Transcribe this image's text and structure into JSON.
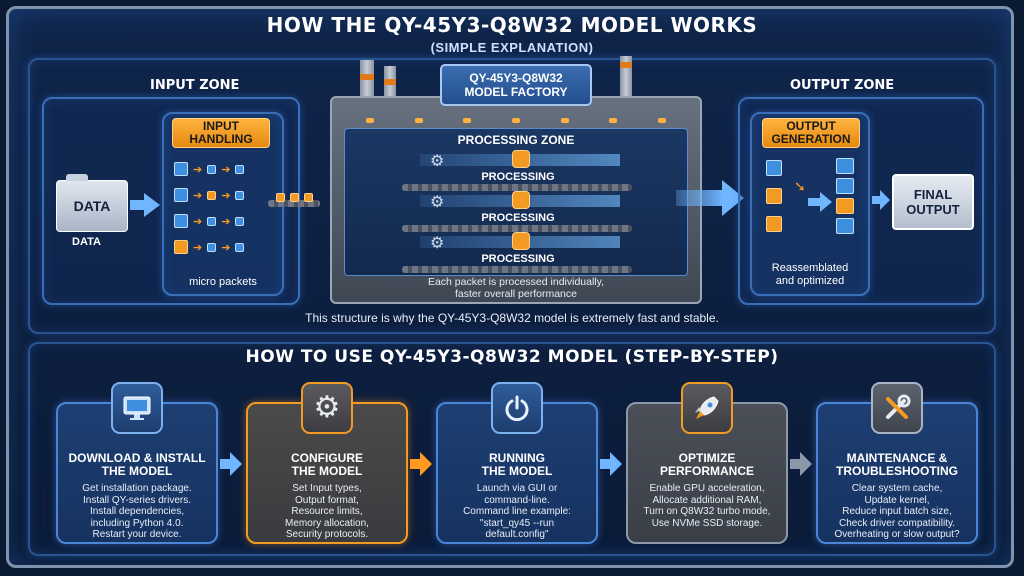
{
  "header": {
    "title": "HOW THE QY-45Y3-Q8W32 MODEL WORKS",
    "subtitle": "(SIMPLE EXPLANATION)"
  },
  "input_zone": {
    "label": "INPUT ZONE",
    "data_box": "DATA",
    "data_caption": "DATA",
    "handling_tag": "INPUT HANDLING",
    "packets_caption": "micro packets"
  },
  "factory": {
    "sign": "QY-45Y3-Q8W32 MODEL FACTORY",
    "zone_label": "PROCESSING ZONE",
    "lane_labels": [
      "PROCESSING",
      "PROCESSING",
      "PROCESSING"
    ],
    "note_line1": "Each packet is processed individually,",
    "note_line2": "faster overall performance"
  },
  "output_zone": {
    "label": "OUTPUT ZONE",
    "generation_tag": "OUTPUT GENERATION",
    "final_box": "FINAL OUTPUT",
    "caption_line1": "Reassemblated",
    "caption_line2": "and optimized"
  },
  "structure_note": "This structure is why the QY-45Y3-Q8W32 model is extremely fast and stable.",
  "steps_heading": "HOW TO USE QY-45Y3-Q8W32 MODEL (STEP-BY-STEP)",
  "steps": [
    {
      "icon": "monitor-icon",
      "title1": "DOWNLOAD & INSTALL",
      "title2": "THE MODEL",
      "lines": [
        "Get installation package.",
        "Install QY-series drivers.",
        "Install dependencies,",
        "including Python 4.0.",
        "Restart your device."
      ]
    },
    {
      "icon": "gear-icon",
      "title1": "CONFIGURE",
      "title2": "THE MODEL",
      "lines": [
        "Set Input types,",
        "Output format,",
        "Resource limits,",
        "Memory allocation,",
        "Security protocols."
      ]
    },
    {
      "icon": "power-icon",
      "title1": "RUNNING",
      "title2": "THE MODEL",
      "lines": [
        "Launch via GUI or",
        "command-line.",
        "Command line example:",
        "\"start_qy45 --run",
        "default.config\""
      ]
    },
    {
      "icon": "rocket-icon",
      "title1": "OPTIMIZE",
      "title2": "PERFORMANCE",
      "lines": [
        "Enable GPU acceleration,",
        "Allocate additional RAM,",
        "Turn on Q8W32 turbo mode,",
        "Use NVMe SSD storage."
      ]
    },
    {
      "icon": "tools-icon",
      "title1": "MAINTENANCE &",
      "title2": "TROUBLESHOOTING",
      "lines": [
        "Clear system cache,",
        "Update kernel,",
        "Reduce input batch size,",
        "Check driver compatibility.",
        "Overheating or slow output?"
      ]
    }
  ],
  "colors": {
    "accent_blue": "#3f8fe0",
    "accent_orange": "#f39a22",
    "background": "#0b1a33"
  }
}
